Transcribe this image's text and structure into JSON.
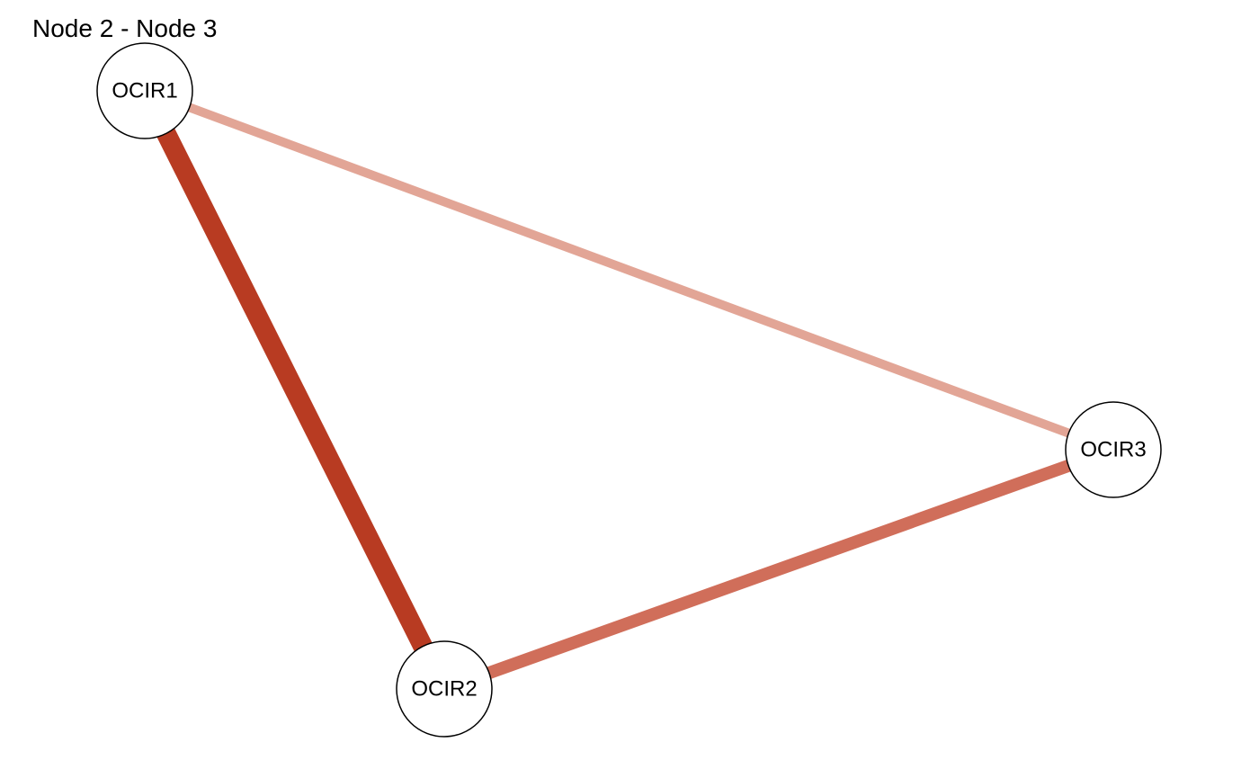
{
  "title": "Node 2 - Node 3",
  "nodes": [
    {
      "id": "OCIR1",
      "label": "OCIR1"
    },
    {
      "id": "OCIR2",
      "label": "OCIR2"
    },
    {
      "id": "OCIR3",
      "label": "OCIR3"
    }
  ],
  "edges": [
    {
      "from": "OCIR1",
      "to": "OCIR2",
      "color": "#B83B22",
      "strength": "strong"
    },
    {
      "from": "OCIR2",
      "to": "OCIR3",
      "color": "#D06E5A",
      "strength": "medium"
    },
    {
      "from": "OCIR1",
      "to": "OCIR3",
      "color": "#E2A596",
      "strength": "weak"
    }
  ],
  "colors": {
    "node_fill": "#FFFFFF",
    "node_stroke": "#000000"
  }
}
